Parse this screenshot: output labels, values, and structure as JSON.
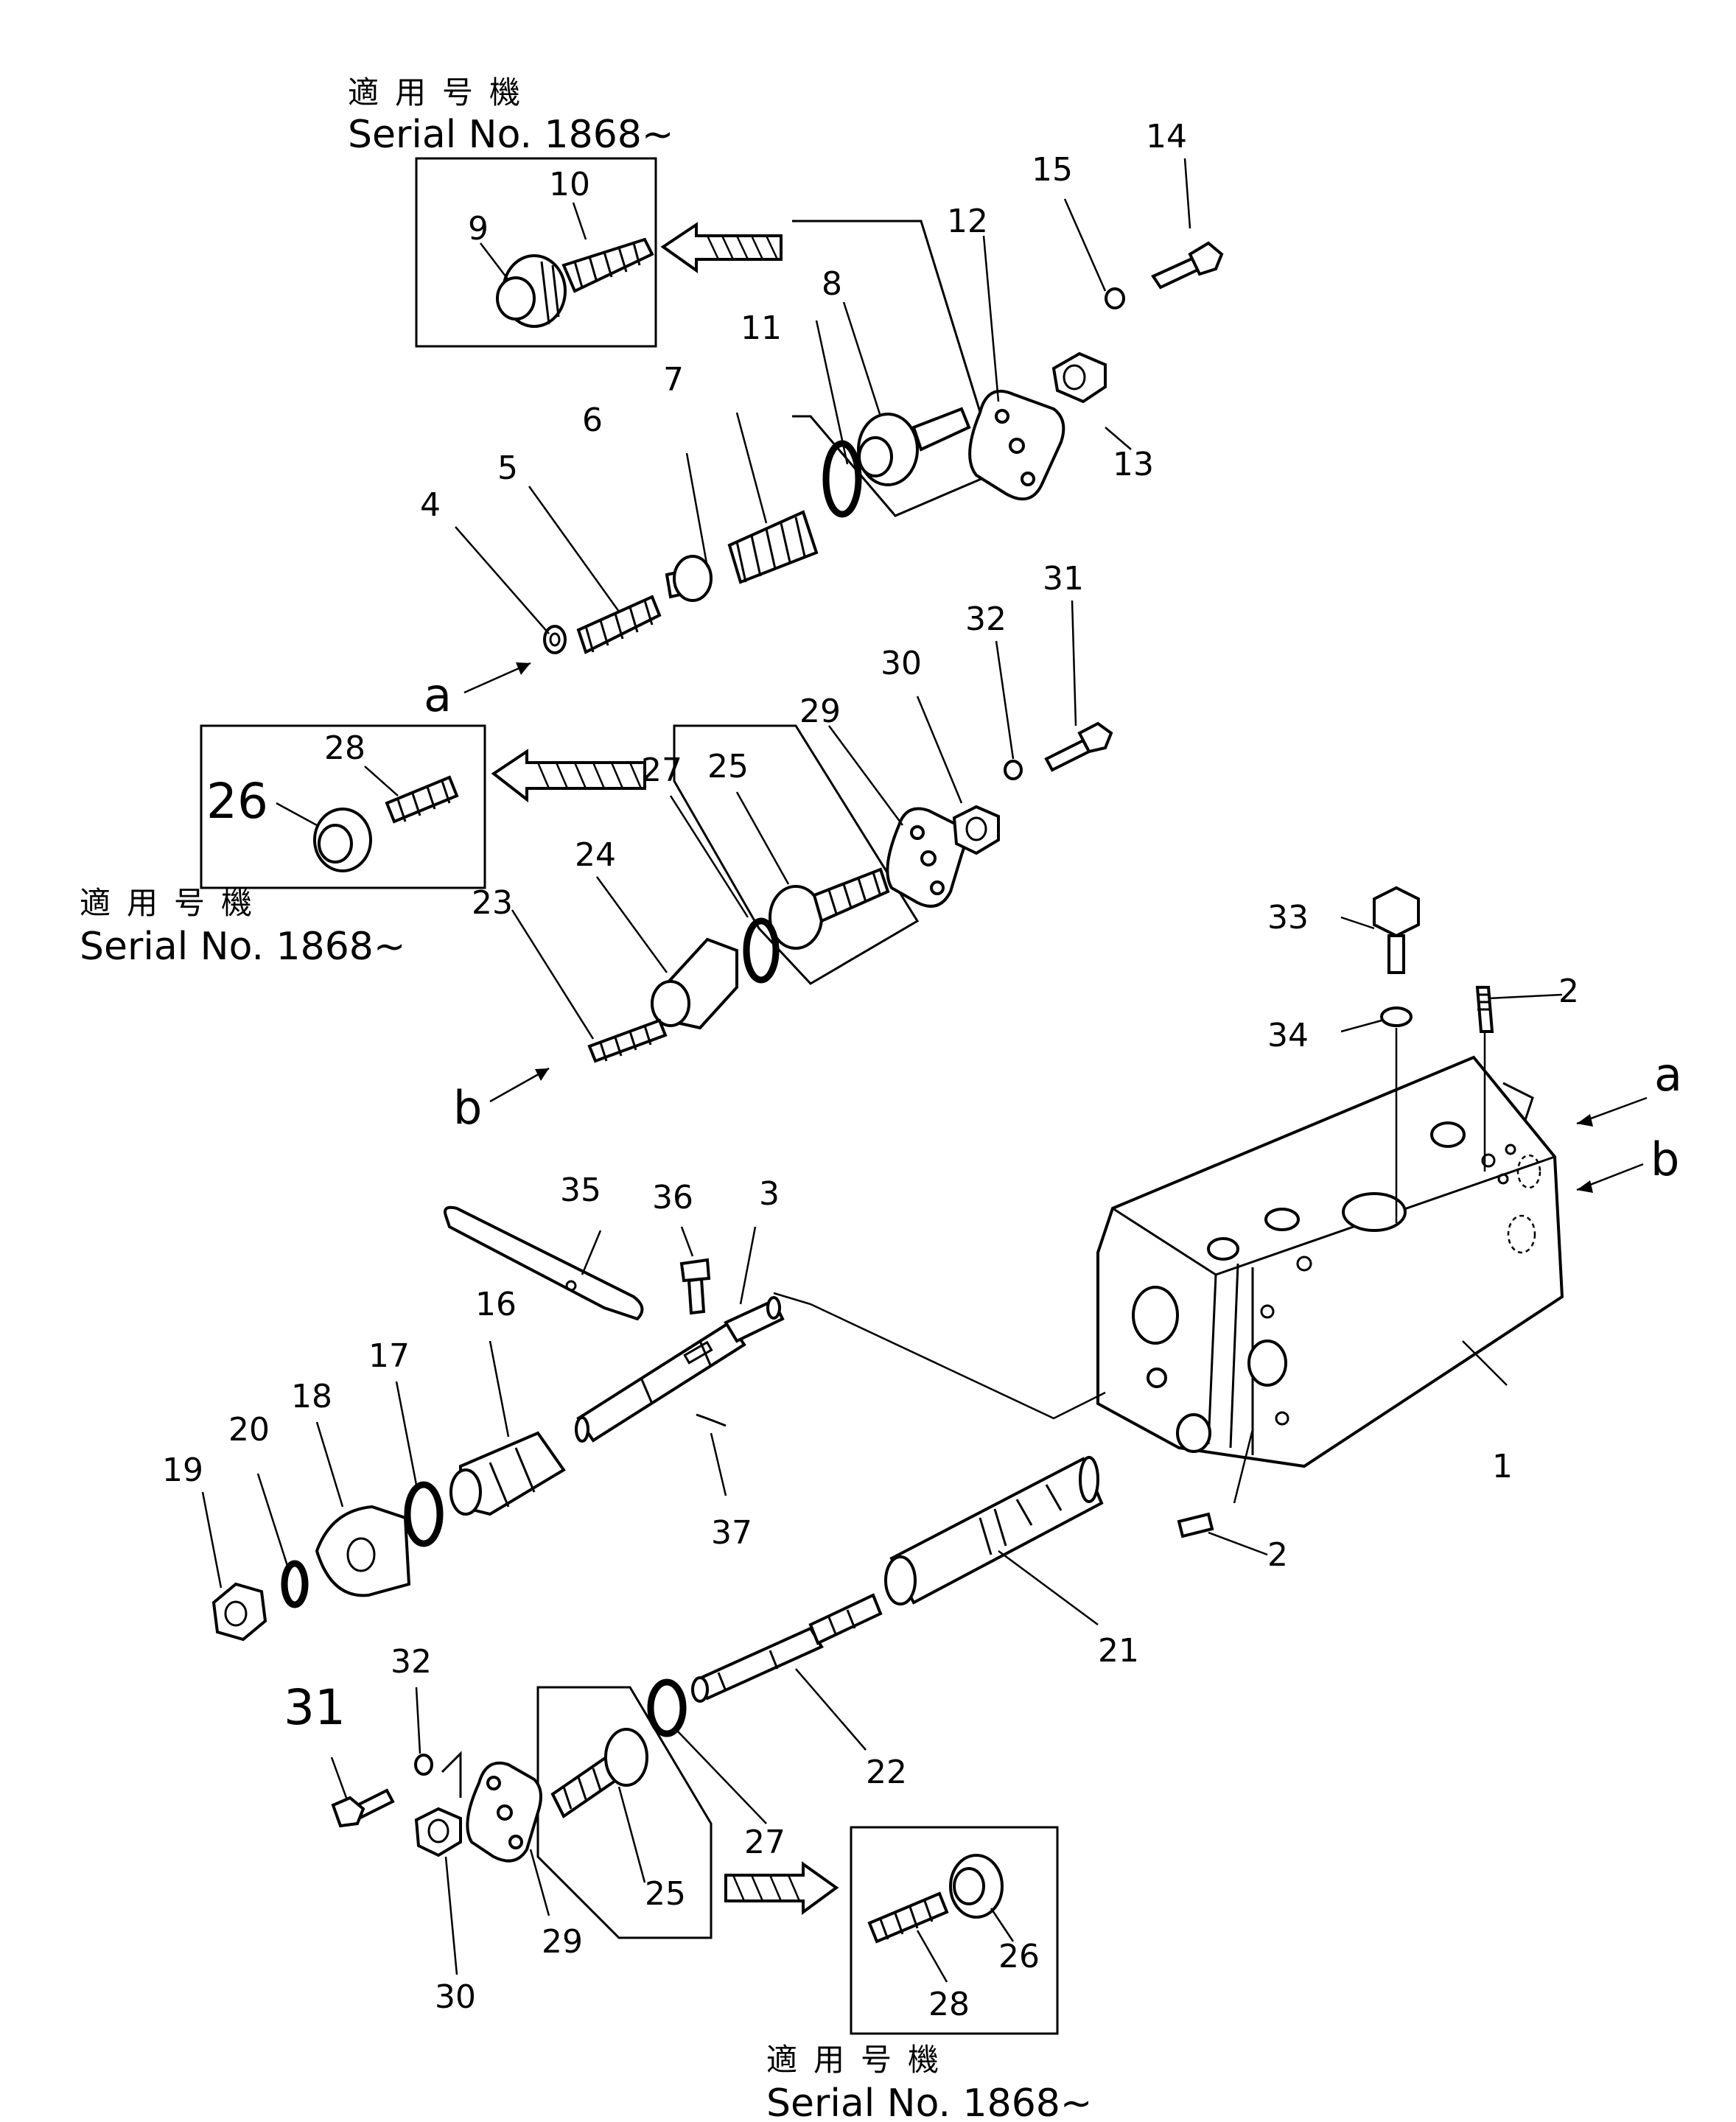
{
  "applicability_label": "適用号機",
  "serial_label": "Serial No. 1868~",
  "callouts": {
    "n1": "1",
    "n2": "2",
    "n3": "3",
    "n4": "4",
    "n5": "5",
    "n6": "6",
    "n7": "7",
    "n8": "8",
    "n9": "9",
    "n10": "10",
    "n11": "11",
    "n12": "12",
    "n13": "13",
    "n14": "14",
    "n15": "15",
    "n16": "16",
    "n17": "17",
    "n18": "18",
    "n19": "19",
    "n20": "20",
    "n21": "21",
    "n22": "22",
    "n23": "23",
    "n24": "24",
    "n25": "25",
    "n26": "26",
    "n27": "27",
    "n28": "28",
    "n29": "29",
    "n30": "30",
    "n31": "31",
    "n32": "32",
    "n33": "33",
    "n34": "34",
    "n35": "35",
    "n36": "36",
    "n37": "37"
  },
  "port_labels": {
    "a": "a",
    "b": "b"
  }
}
